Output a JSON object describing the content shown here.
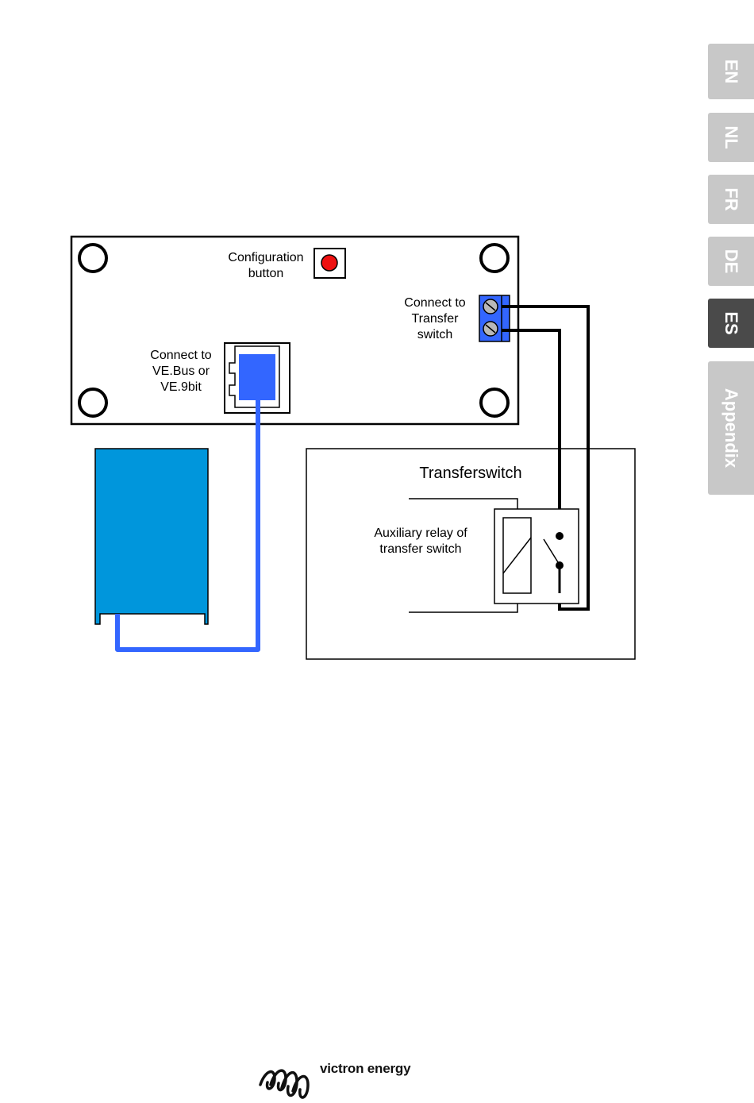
{
  "sidebar": {
    "tabs": [
      {
        "label": "EN",
        "active": false
      },
      {
        "label": "NL",
        "active": false
      },
      {
        "label": "FR",
        "active": false
      },
      {
        "label": "DE",
        "active": false
      },
      {
        "label": "ES",
        "active": true
      },
      {
        "label": "Appendix",
        "active": false
      }
    ]
  },
  "diagram": {
    "config_button_label": "Configuration\nbutton",
    "transfer_connect_label": "Connect to\nTransfer\nswitch",
    "vebus_connect_label": "Connect to\nVE.Bus or\nVE.9bit",
    "transferswitch_title": "Transferswitch",
    "aux_relay_label": "Auxiliary relay of\ntransfer switch"
  },
  "colors": {
    "cable_blue": "#3366ff",
    "device_blue": "#0096dc",
    "button_red": "#ee1111",
    "tab_grey": "#c8c8c8",
    "tab_active": "#4a4a4a"
  },
  "footer": {
    "brand": "victron energy",
    "logo_icon": "victron-coil-logo-icon"
  }
}
